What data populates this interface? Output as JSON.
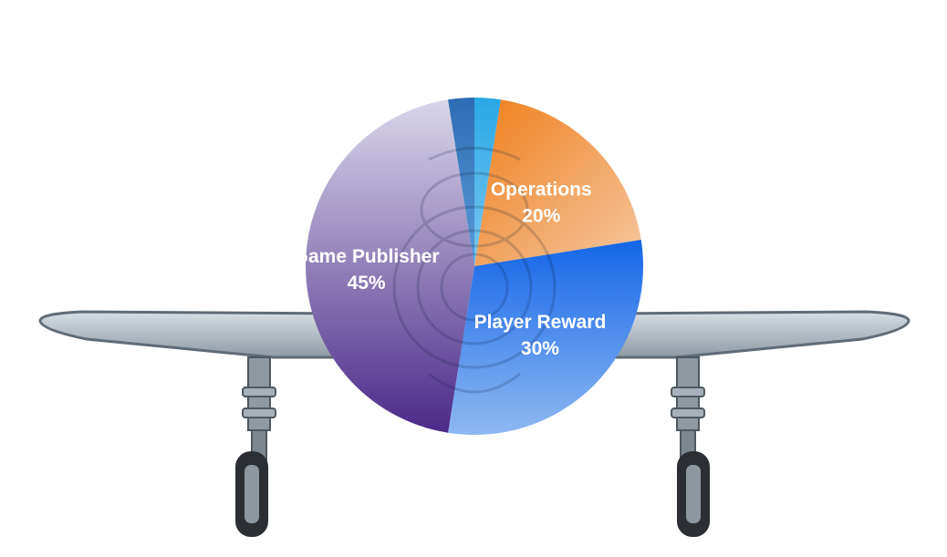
{
  "chart_data": {
    "type": "pie",
    "slices": [
      {
        "label": "Operations",
        "value": 20,
        "value_label": "20%",
        "color": "#f08a2a"
      },
      {
        "label": "Player Reward",
        "value": 30,
        "value_label": "30%",
        "color": "#1f6fe0"
      },
      {
        "label": "Game Publisher",
        "value": 45,
        "value_label": "45%",
        "color": "#5c3d96"
      },
      {
        "label": "",
        "value": 2.5,
        "value_label": "",
        "color": "#3a84c6"
      },
      {
        "label": "",
        "value": 2.5,
        "value_label": "",
        "color": "#3fb0e8"
      }
    ],
    "start_angle_deg": 90,
    "direction": "clockwise"
  },
  "background": {
    "illustration": "cartoon-airplane-front-view",
    "icon": "airplane-icon",
    "colors": {
      "wing": "#b9c3cc",
      "wing_edge": "#6b7884",
      "tire": "#2b2f33",
      "strut": "#8a949d"
    }
  }
}
